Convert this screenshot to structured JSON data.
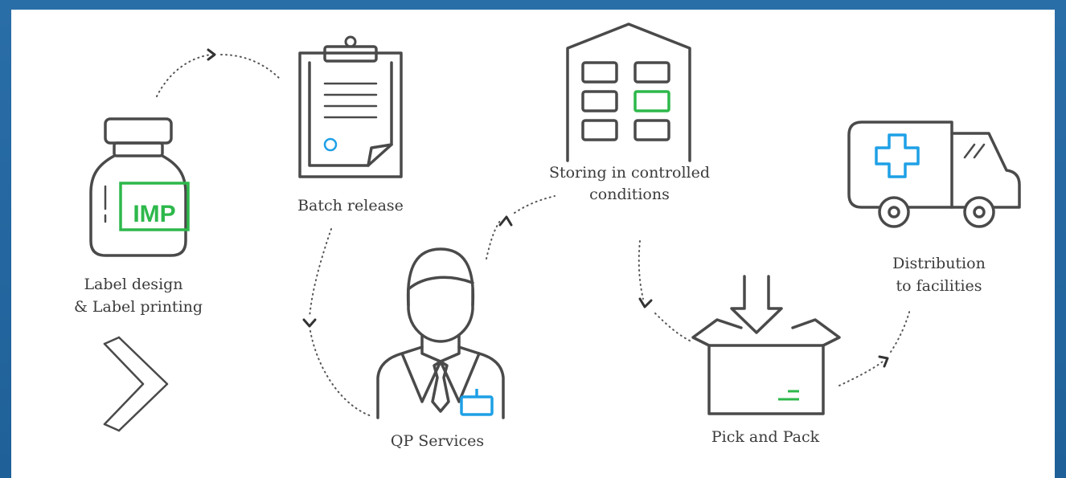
{
  "steps": {
    "label_printing": "Label design\n& Label printing",
    "batch_release": "Batch release",
    "qp_services": "QP Services",
    "storing": "Storing in controlled\nconditions",
    "pick_and_pack": "Pick and Pack",
    "distribution": "Distribution\nto facilities"
  },
  "bottle_badge": "IMP",
  "colors": {
    "green": "#2db84b",
    "blue": "#1ea0e6",
    "stroke": "#4a4a4a"
  },
  "icons": [
    "bottle-icon",
    "clipboard-icon",
    "warehouse-icon",
    "person-icon",
    "box-icon",
    "ambulance-icon",
    "chevron-right-icon"
  ]
}
